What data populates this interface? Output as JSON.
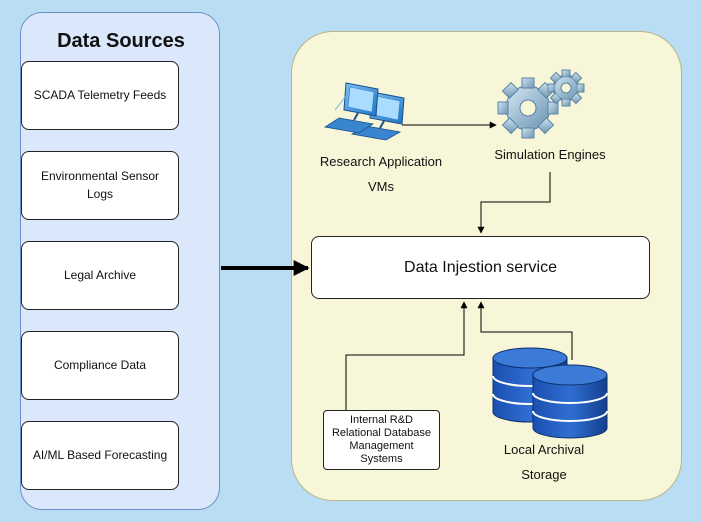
{
  "data_sources": {
    "title": "Data Sources",
    "items": [
      "SCADA Telemetry Feeds",
      "Environmental Sensor Logs",
      "Legal Archive",
      "Compliance Data",
      "AI/ML Based Forecasting"
    ]
  },
  "pipeline": {
    "research_vms_label": "Research Application VMs",
    "simulation_label": "Simulation Engines",
    "ingestion_label": "Data Injestion service",
    "rdbms_label": "Internal R&D Relational Database Management Systems",
    "archival_label": "Local Archival Storage"
  },
  "icons": {
    "research_vms": "computers-icon",
    "simulation": "gears-icon",
    "archival": "database-icon"
  }
}
